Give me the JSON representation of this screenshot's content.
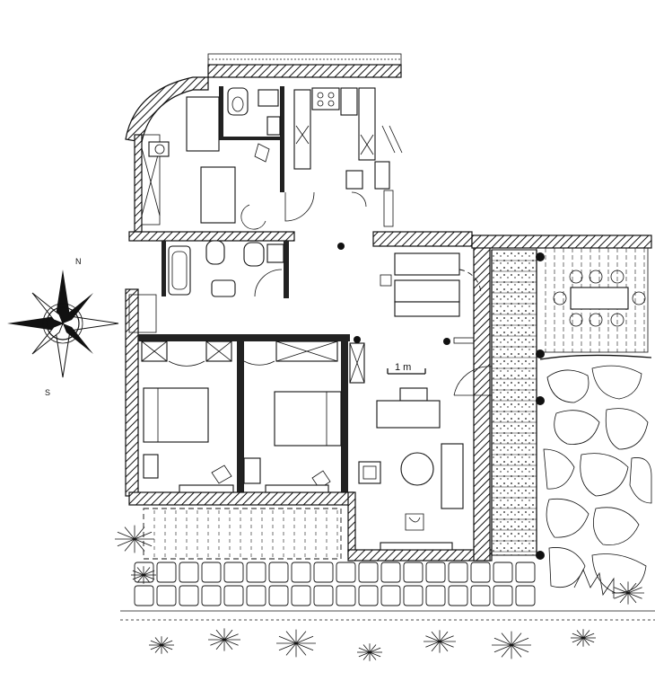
{
  "plan": {
    "scale_label": "1 m",
    "compass_north": "N",
    "compass_south": "S"
  }
}
